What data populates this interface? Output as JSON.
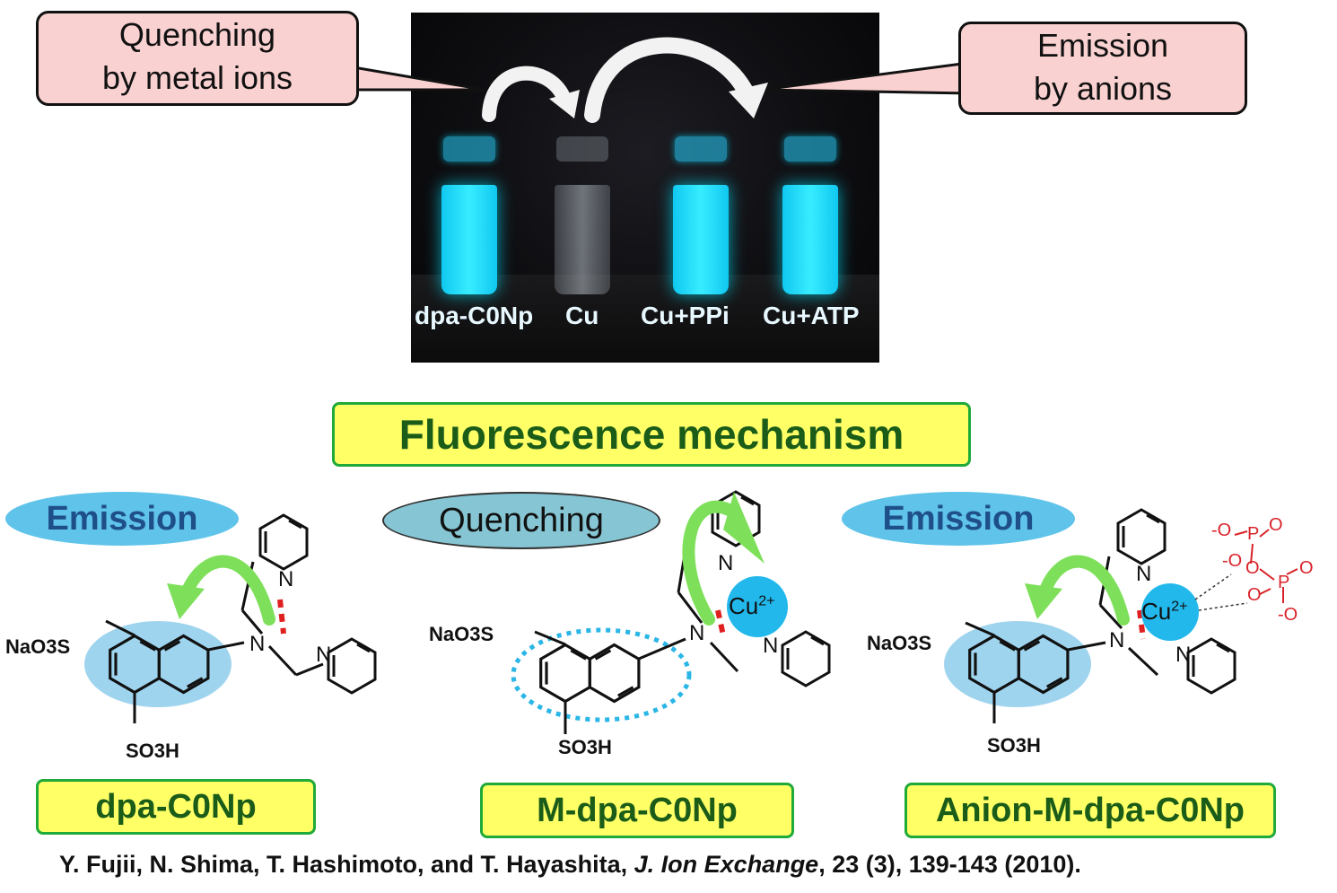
{
  "callouts": {
    "quenching": [
      "Quenching",
      "by metal ions"
    ],
    "emission": [
      "Emission",
      "by anions"
    ]
  },
  "photo": {
    "labels": [
      "dpa-C0Np",
      "Cu",
      "Cu+PPi",
      "Cu+ATP"
    ]
  },
  "title": "Fluorescence mechanism",
  "states": [
    {
      "badge": "Emission",
      "name": "dpa-C0Np"
    },
    {
      "badge": "Quenching",
      "name": "M-dpa-C0Np"
    },
    {
      "badge": "Emission",
      "name": "Anion-M-dpa-C0Np"
    }
  ],
  "chem": {
    "naso3s": "NaO3S",
    "so3h": "SO3H",
    "n": "N",
    "cu": "Cu",
    "cu_charge": "2+",
    "phosphate": [
      "-O",
      "P",
      "O",
      "O",
      "-O",
      "P",
      "O",
      "O",
      "-O"
    ]
  },
  "citation": {
    "authors": "Y. Fujii, N. Shima, T. Hashimoto, and T. Hayashita, ",
    "journal": "J. Ion Exchange",
    "rest": ", 23 (3), 139-143 (2010)."
  },
  "colors": {
    "callout_fill": "#fad1d1",
    "title_fill": "#ffff66",
    "title_border": "#1faa3a",
    "title_text": "#1a5c18",
    "emission_oval": "#5fc3ea",
    "quenching_oval": "#86c5d3",
    "cu_ion": "#22b8ec",
    "arrow_green": "#7ee05a",
    "bond_dash": "#e02020"
  }
}
